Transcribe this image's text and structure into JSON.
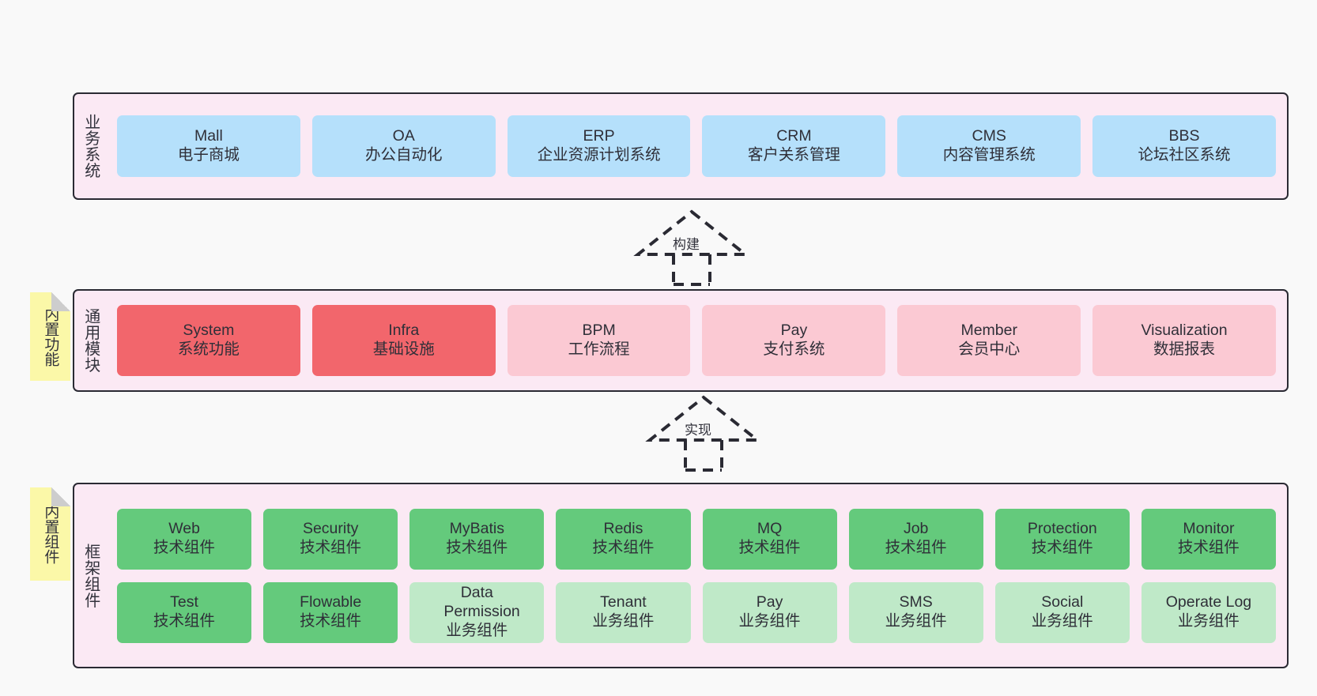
{
  "diagram": {
    "background": "#f9f9f9",
    "layers": [
      {
        "id": "business",
        "title": "业务系统",
        "cards": [
          {
            "en": "Mall",
            "cn": "电子商城",
            "color": "#b5e0fb"
          },
          {
            "en": "OA",
            "cn": "办公自动化",
            "color": "#b5e0fb"
          },
          {
            "en": "ERP",
            "cn": "企业资源计划系统",
            "color": "#b5e0fb"
          },
          {
            "en": "CRM",
            "cn": "客户关系管理",
            "color": "#b5e0fb"
          },
          {
            "en": "CMS",
            "cn": "内容管理系统",
            "color": "#b5e0fb"
          },
          {
            "en": "BBS",
            "cn": "论坛社区系统",
            "color": "#b5e0fb"
          }
        ]
      },
      {
        "id": "modules",
        "title": "通用模块",
        "note": "内置功能",
        "cards": [
          {
            "en": "System",
            "cn": "系统功能",
            "color": "#f2666c"
          },
          {
            "en": "Infra",
            "cn": "基础设施",
            "color": "#f2666c"
          },
          {
            "en": "BPM",
            "cn": "工作流程",
            "color": "#fbc9d3"
          },
          {
            "en": "Pay",
            "cn": "支付系统",
            "color": "#fbc9d3"
          },
          {
            "en": "Member",
            "cn": "会员中心",
            "color": "#fbc9d3"
          },
          {
            "en": "Visualization",
            "cn": "数据报表",
            "color": "#fbc9d3"
          }
        ]
      },
      {
        "id": "framework",
        "title": "框架组件",
        "note": "内置组件",
        "rows": [
          [
            {
              "en": "Web",
              "cn": "技术组件",
              "color": "#64ca7c"
            },
            {
              "en": "Security",
              "cn": "技术组件",
              "color": "#64ca7c"
            },
            {
              "en": "MyBatis",
              "cn": "技术组件",
              "color": "#64ca7c"
            },
            {
              "en": "Redis",
              "cn": "技术组件",
              "color": "#64ca7c"
            },
            {
              "en": "MQ",
              "cn": "技术组件",
              "color": "#64ca7c"
            },
            {
              "en": "Job",
              "cn": "技术组件",
              "color": "#64ca7c"
            },
            {
              "en": "Protection",
              "cn": "技术组件",
              "color": "#64ca7c"
            },
            {
              "en": "Monitor",
              "cn": "技术组件",
              "color": "#64ca7c"
            }
          ],
          [
            {
              "en": "Test",
              "cn": "技术组件",
              "color": "#64ca7c"
            },
            {
              "en": "Flowable",
              "cn": "技术组件",
              "color": "#64ca7c"
            },
            {
              "en": "Data Permission",
              "cn": "业务组件",
              "color": "#bfe9c8"
            },
            {
              "en": "Tenant",
              "cn": "业务组件",
              "color": "#bfe9c8"
            },
            {
              "en": "Pay",
              "cn": "业务组件",
              "color": "#bfe9c8"
            },
            {
              "en": "SMS",
              "cn": "业务组件",
              "color": "#bfe9c8"
            },
            {
              "en": "Social",
              "cn": "业务组件",
              "color": "#bfe9c8"
            },
            {
              "en": "Operate Log",
              "cn": "业务组件",
              "color": "#bfe9c8"
            }
          ]
        ]
      }
    ],
    "connectors": [
      {
        "id": "build",
        "label": "构建",
        "style": "dashed-hollow-triangle-up"
      },
      {
        "id": "implement",
        "label": "实现",
        "style": "dashed-hollow-triangle-up"
      }
    ]
  }
}
